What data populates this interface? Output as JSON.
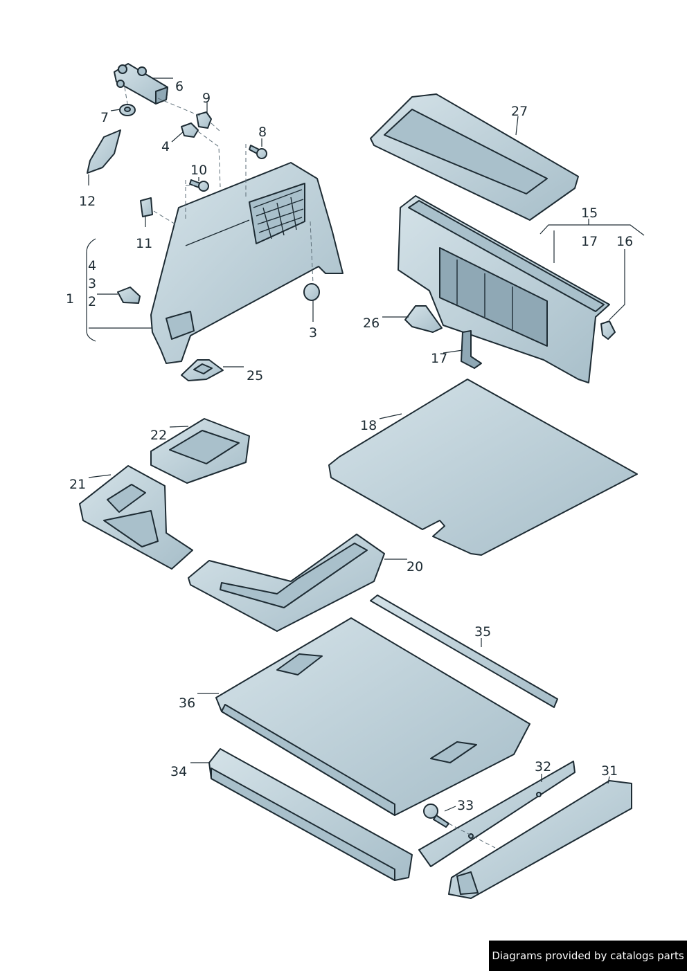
{
  "labels": {
    "p1": "1",
    "p2": "2",
    "p3a": "3",
    "p3b": "3",
    "p4a": "4",
    "p4b": "4",
    "p6": "6",
    "p7": "7",
    "p8": "8",
    "p9": "9",
    "p10": "10",
    "p11": "11",
    "p12": "12",
    "p15": "15",
    "p16": "16",
    "p17a": "17",
    "p17b": "17",
    "p18": "18",
    "p20": "20",
    "p21": "21",
    "p22": "22",
    "p25": "25",
    "p26": "26",
    "p27": "27",
    "p31": "31",
    "p32": "32",
    "p33": "33",
    "p34": "34",
    "p35": "35",
    "p36": "36"
  },
  "credit": "Diagrams provided by catalogs parts",
  "colors": {
    "part_light": "#c9d9e0",
    "part_mid": "#a9c0cb",
    "part_dark": "#8fa8b5",
    "outline": "#1d2b33"
  }
}
